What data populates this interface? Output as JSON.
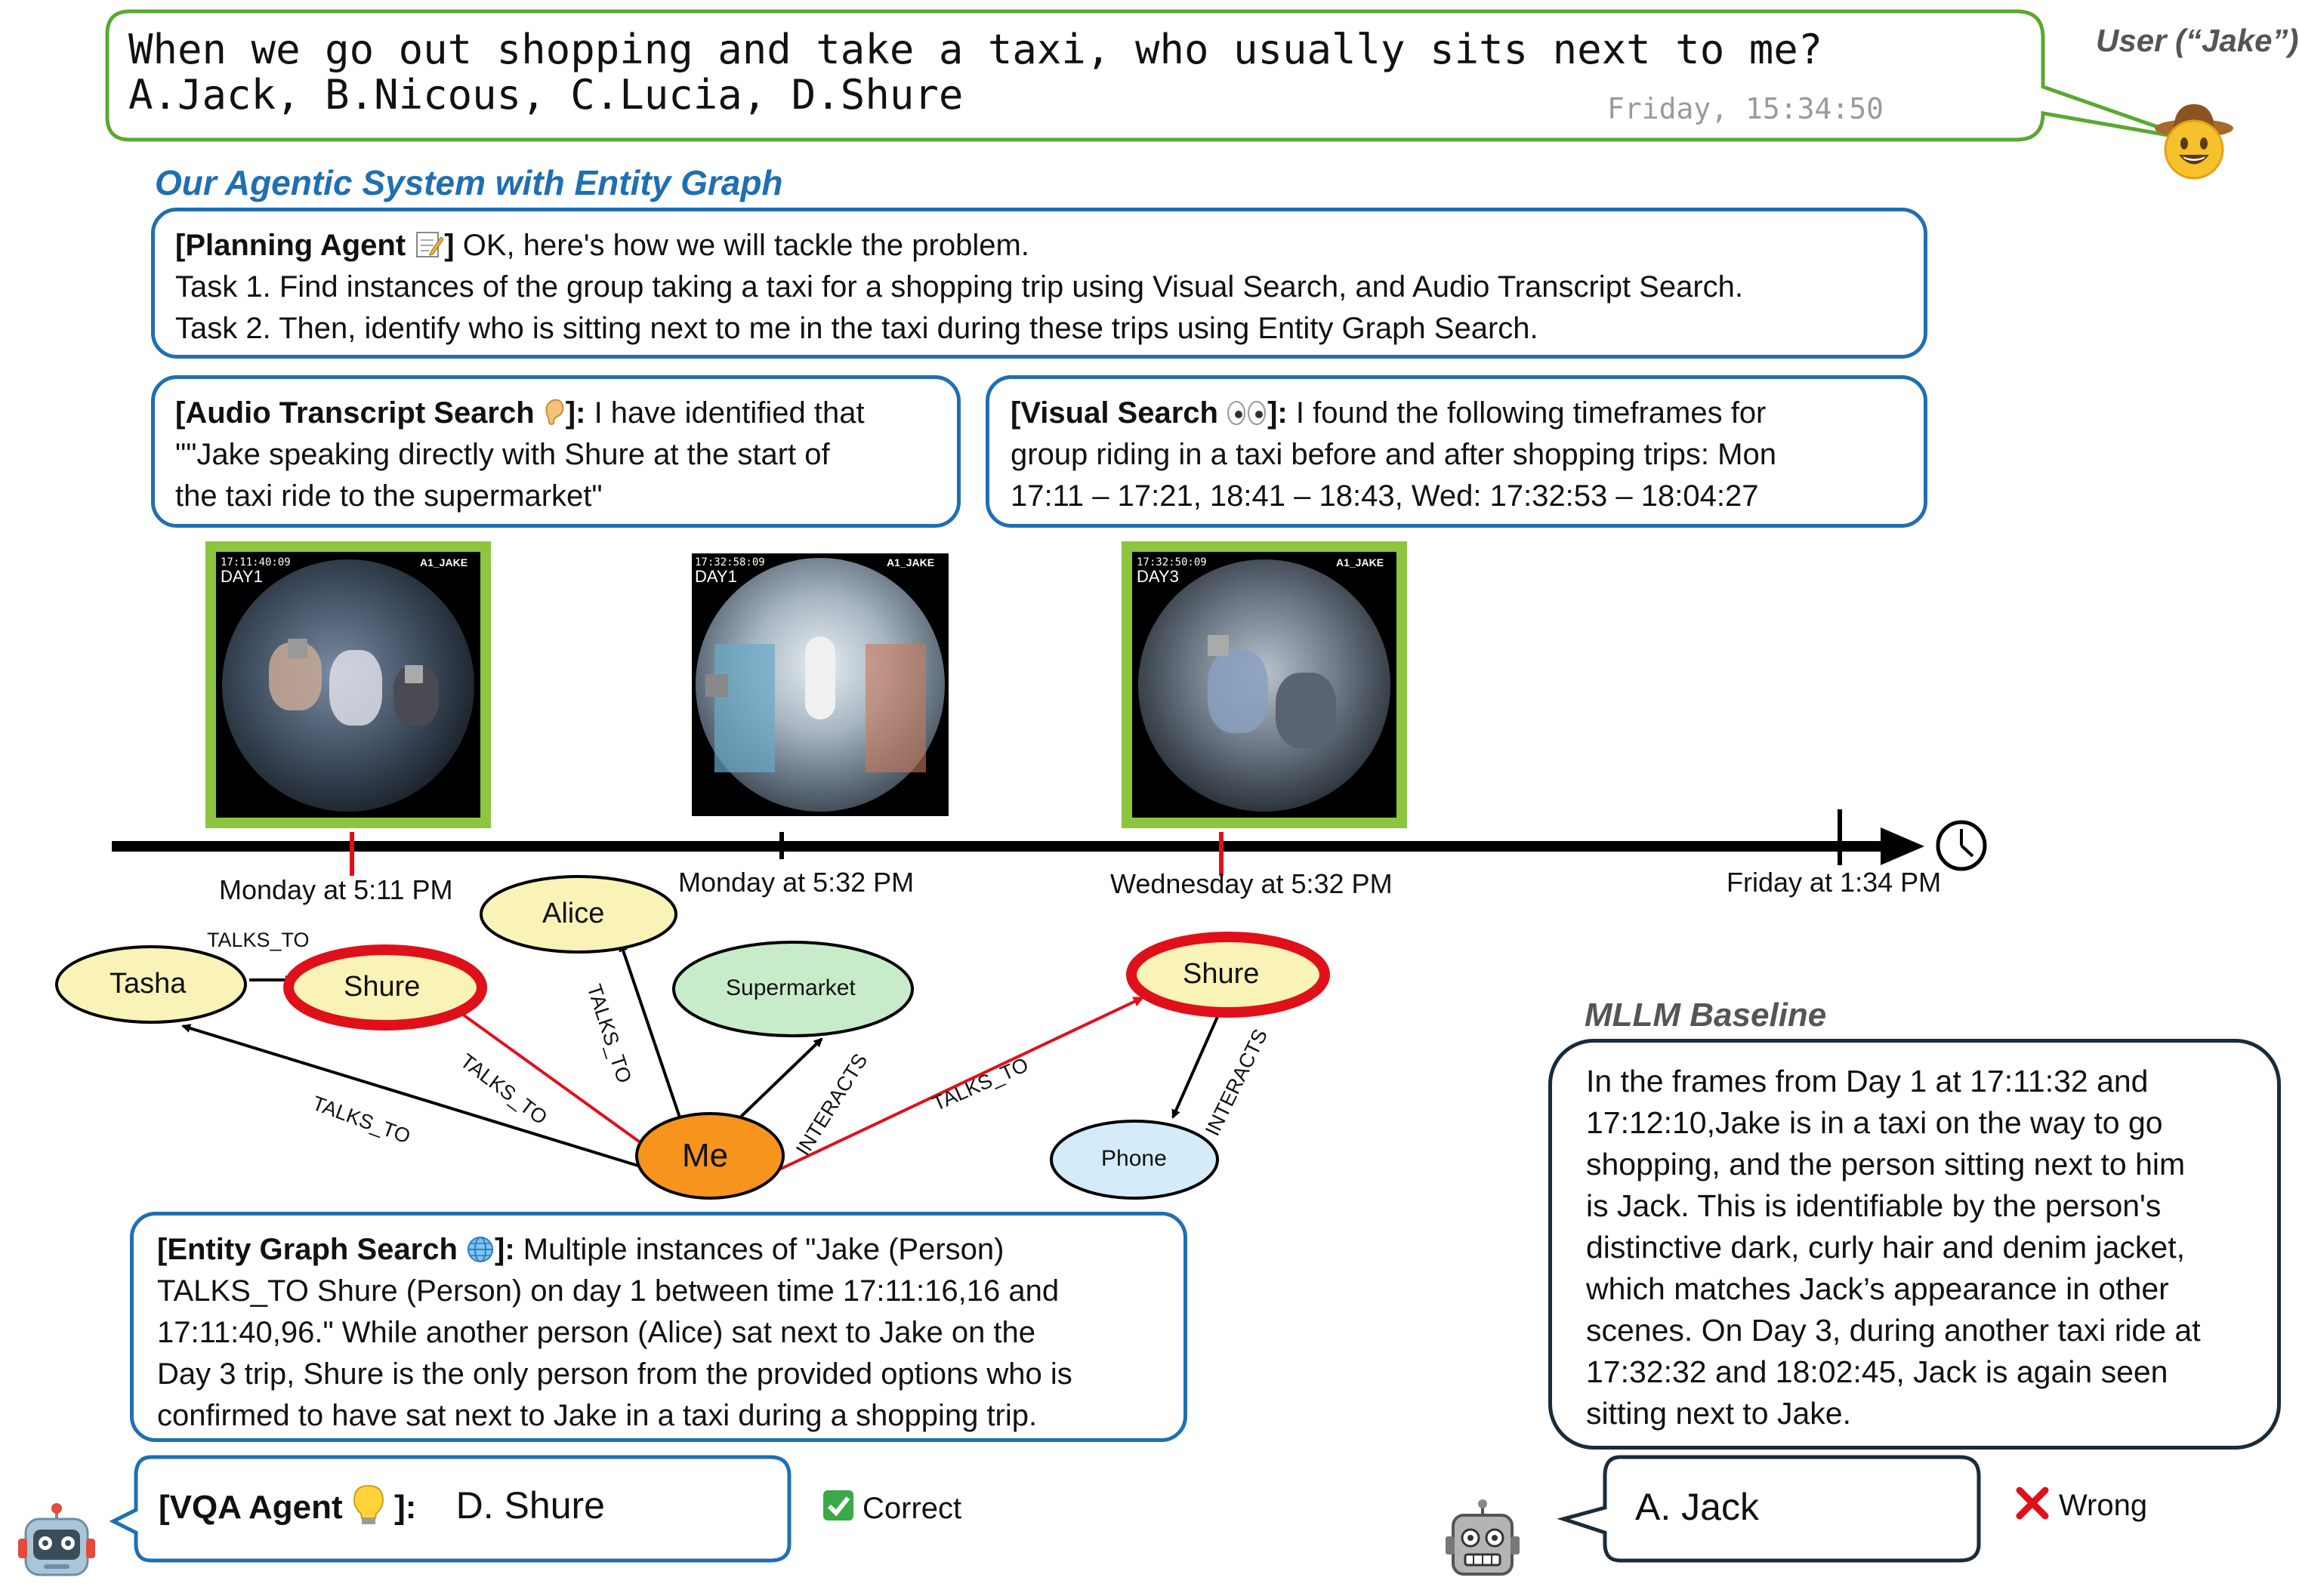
{
  "question": {
    "line1": "When we go out shopping and take a taxi, who usually sits next to me?",
    "line2": "A.Jack, B.Nicous, C.Lucia, D.Shure",
    "timestamp": "Friday, 15:34:50"
  },
  "user_label": "User (“Jake”)",
  "system_title": "Our Agentic System with Entity Graph",
  "planning": {
    "tag": "[Planning Agent",
    "tag_close": "]",
    "text": "OK, here's how we will tackle the problem.",
    "task1": "Task 1. Find instances of the group taking a taxi for a shopping trip using  Visual Search, and Audio Transcript Search.",
    "task2": "Task 2. Then, identify who is sitting next to me in the taxi during these trips using Entity Graph Search."
  },
  "audio": {
    "tag": "[Audio Transcript Search",
    "tag_close": "]:",
    "text1": "I have identified that",
    "text2": "\"\"Jake speaking directly with Shure at the start of",
    "text3": "the taxi ride to the supermarket\""
  },
  "visual": {
    "tag": "[Visual Search",
    "tag_close": "]:",
    "text1": "I found the following timeframes for",
    "text2": "group riding in a taxi before and after shopping trips: Mon",
    "text3": "17:11 – 17:21, 18:41 – 18:43, Wed: 17:32:53 – 18:04:27"
  },
  "frames": [
    {
      "stamp": "17:11:40:09",
      "day": "DAY1",
      "tag": "A1_JAKE"
    },
    {
      "stamp": "17:32:58:09",
      "day": "DAY1",
      "tag": "A1_JAKE"
    },
    {
      "stamp": "17:32:50:09",
      "day": "DAY3",
      "tag": "A1_JAKE"
    }
  ],
  "timeline": {
    "t1": "Monday at 5:11 PM",
    "t2": "Monday at 5:32 PM",
    "t3": "Wednesday at 5:32 PM",
    "t4": "Friday at 1:34 PM"
  },
  "graph": {
    "nodes": {
      "tasha": "Tasha",
      "shure1": "Shure",
      "alice": "Alice",
      "supermarket": "Supermarket",
      "me": "Me",
      "shure2": "Shure",
      "phone": "Phone"
    },
    "edges": {
      "talks_to": "TALKS_TO",
      "interacts": "INTERACTS"
    }
  },
  "entity": {
    "tag": "[Entity Graph Search",
    "tag_close": "]:",
    "text1": "Multiple instances of \"Jake (Person)",
    "text2": "TALKS_TO Shure (Person) on day 1 between time 17:11:16,16 and",
    "text3": "17:11:40,96.\" While another person (Alice) sat next to Jake on the",
    "text4": "Day 3 trip, Shure is the only person from the provided options who is",
    "text5": "confirmed to have sat next to Jake in a taxi during a shopping trip."
  },
  "vqa": {
    "tag": "[VQA Agent",
    "tag_close": "]:",
    "answer": "D. Shure",
    "verdict": "Correct"
  },
  "baseline": {
    "title": "MLLM Baseline",
    "lines": [
      "In the frames from Day 1 at 17:11:32 and",
      "17:12:10,Jake is in a taxi on the way to go",
      "shopping, and the person sitting next to him",
      "is Jack. This is identifiable by the person's",
      "distinctive dark, curly hair and denim jacket,",
      "which matches Jack’s appearance in other",
      "scenes. On Day 3, during another taxi ride at",
      "17:32:32 and 18:02:45, Jack is again seen",
      "sitting next to Jake."
    ],
    "answer": "A. Jack",
    "verdict": "Wrong"
  },
  "colors": {
    "question_border": "#5aa832",
    "box_border": "#1f6fb2",
    "highlight": "#e0101b",
    "me_node": "#f7941d",
    "person_node": "#f9f3b8",
    "place_node": "#c8ecc9",
    "object_node": "#d4ebf9"
  }
}
